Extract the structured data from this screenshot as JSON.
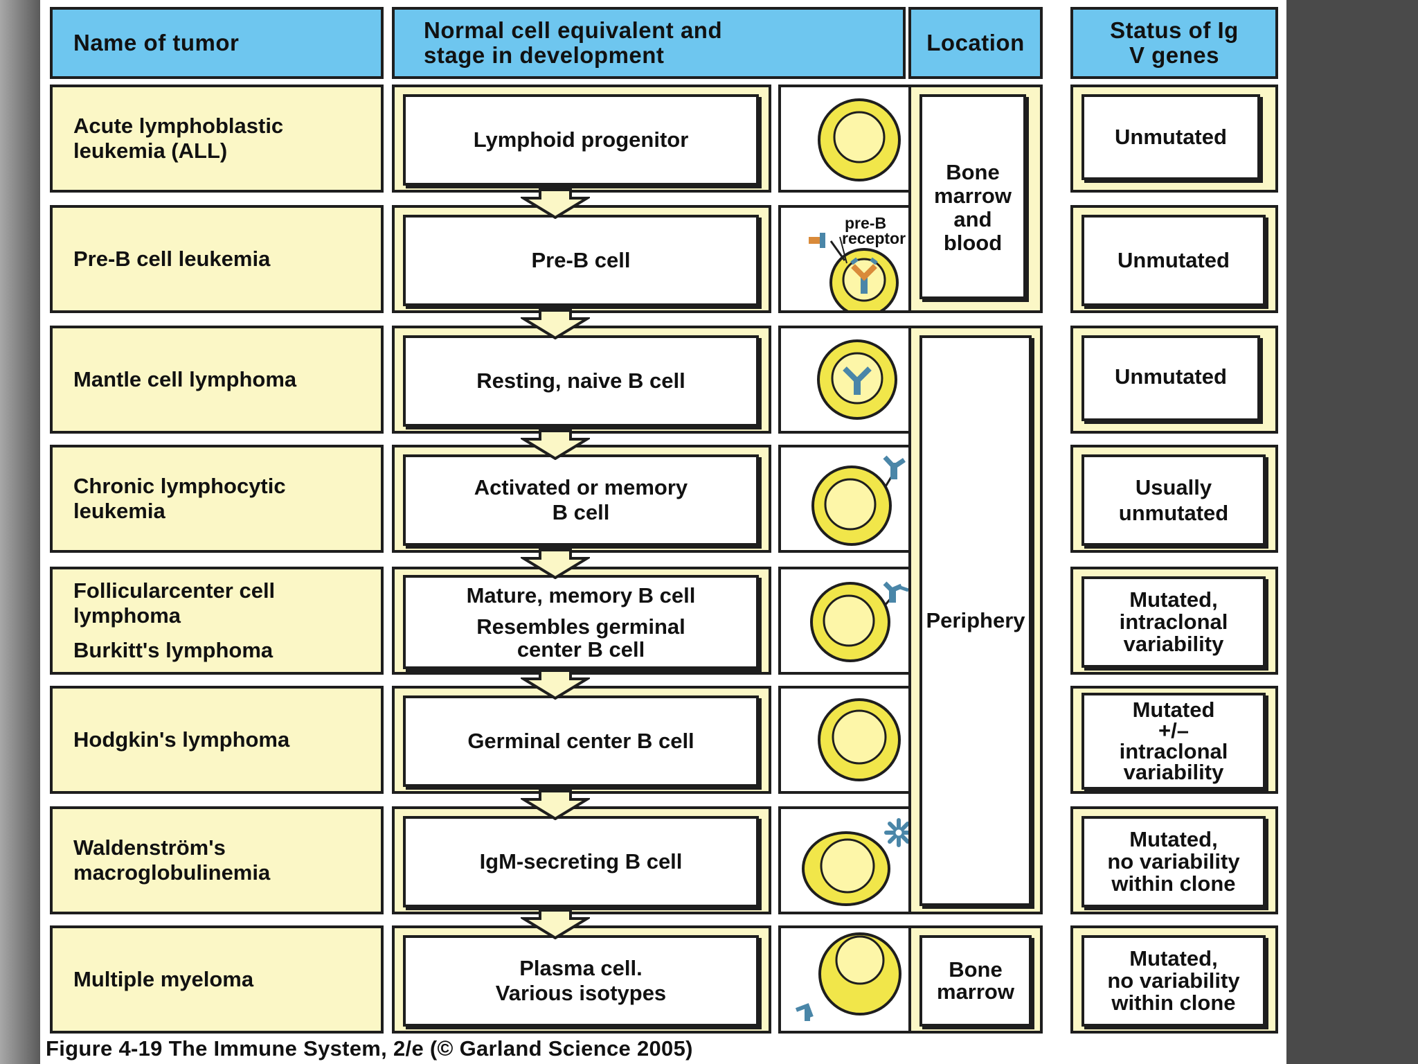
{
  "headers": {
    "tumor": "Name of tumor",
    "normal": "Normal cell equivalent and\nstage in development",
    "location": "Location",
    "status": "Status of Ig\nV genes"
  },
  "rows": [
    {
      "tumor": "Acute lymphoblastic\nleukemia (ALL)",
      "normal": "Lymphoid progenitor",
      "status": "Unmutated"
    },
    {
      "tumor": "Pre-B cell leukemia",
      "normal": "Pre-B  cell",
      "status": "Unmutated",
      "cell_label": "pre-B\nreceptor"
    },
    {
      "tumor": "Mantle cell lymphoma",
      "normal": "Resting, naive B cell",
      "status": "Unmutated"
    },
    {
      "tumor": "Chronic lymphocytic\nleukemia",
      "normal": "Activated or memory\nB cell",
      "status": "Usually\nunmutated"
    },
    {
      "tumor": "Follicularcenter cell\nlymphoma",
      "tumor2": "Burkitt's lymphoma",
      "normal": "Mature, memory B cell",
      "normal2": "Resembles germinal\ncenter B cell",
      "status": "Mutated,\nintraclonal\nvariability"
    },
    {
      "tumor": "Hodgkin's lymphoma",
      "normal": "Germinal center B cell",
      "status": "Mutated\n+/–\nintraclonal\nvariability"
    },
    {
      "tumor": "Waldenström's\nmacroglobulinemia",
      "normal": "IgM-secreting B  cell",
      "status": "Mutated,\nno variability\nwithin clone"
    },
    {
      "tumor": "Multiple myeloma",
      "normal": "Plasma cell.\nVarious isotypes",
      "status": "Mutated,\nno variability\nwithin clone"
    }
  ],
  "locations": {
    "bone_marrow_blood": "Bone\nmarrow\nand\nblood",
    "periphery": "Periphery",
    "bone_marrow": "Bone\nmarrow"
  },
  "caption": "Figure 4-19  The Immune System, 2/e (© Garland Science 2005)",
  "colors": {
    "header_blue": "#6ec6ef",
    "cell_yellow": "#fbf7c6",
    "cell_body_yellow": "#f1e64a",
    "antibody_blue": "#4a86a8",
    "antibody_orange": "#d98a3a"
  }
}
